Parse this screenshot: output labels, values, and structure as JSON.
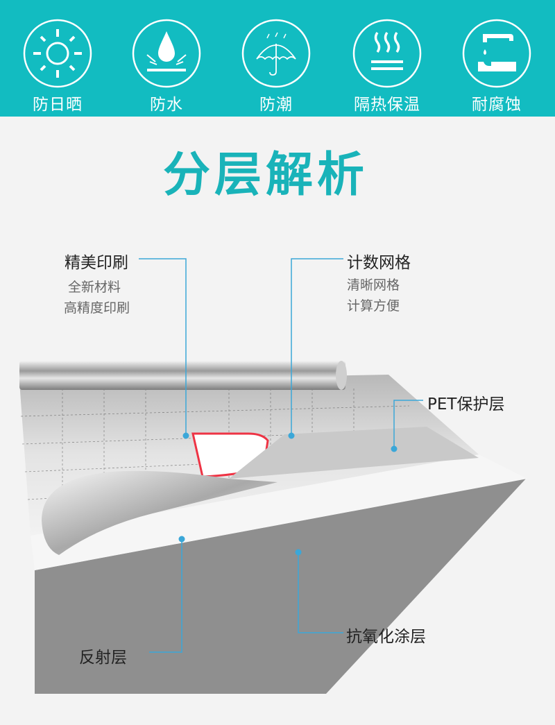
{
  "features": [
    {
      "label": "防日晒",
      "icon": "sun-icon"
    },
    {
      "label": "防水",
      "icon": "water-drop-icon"
    },
    {
      "label": "防潮",
      "icon": "umbrella-icon"
    },
    {
      "label": "隔热保温",
      "icon": "heat-waves-icon"
    },
    {
      "label": "耐腐蚀",
      "icon": "corrosion-icon"
    }
  ],
  "title": "分层解析",
  "callouts": {
    "printing": {
      "label": "精美印刷",
      "lines": [
        "全新材料",
        "高精度印刷"
      ]
    },
    "grid": {
      "label": "计数网格",
      "lines": [
        "清晰网格",
        "计算方便"
      ]
    },
    "pet": {
      "label": "PET保护层"
    },
    "reflective": {
      "label": "反射层"
    },
    "coating": {
      "label": "抗氧化涂层"
    }
  },
  "colors": {
    "teal": "#12bcc1",
    "title": "#19b3b9",
    "callout": "#3ba7d8"
  }
}
